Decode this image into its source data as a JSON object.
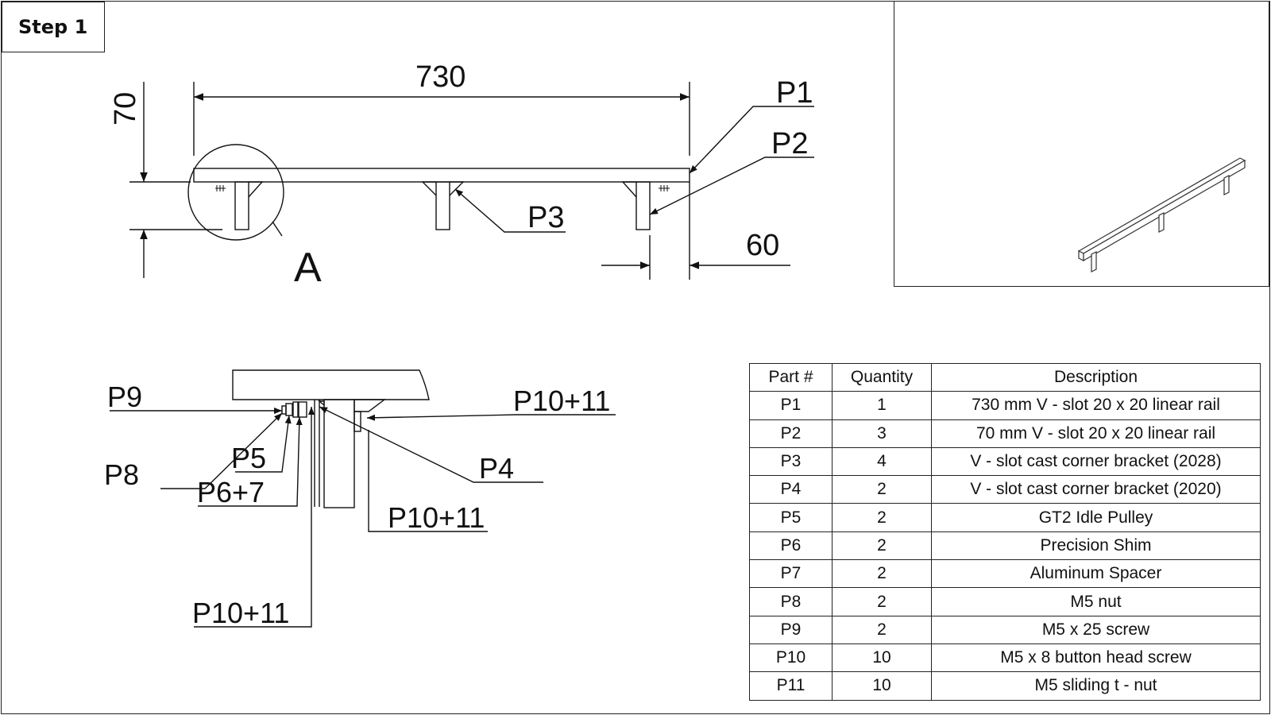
{
  "step_label": "Step 1",
  "side_view": {
    "dim_length": "730",
    "dim_height": "70",
    "dim_offset": "60",
    "detail_label": "A",
    "callouts": {
      "p1": "P1",
      "p2": "P2",
      "p3": "P3"
    }
  },
  "detail_view": {
    "callouts": {
      "p9": "P9",
      "p8": "P8",
      "p5": "P5",
      "p6_7": "P6+7",
      "p4": "P4",
      "p10_11_right_top": "P10+11",
      "p10_11_right_bottom": "P10+11",
      "p10_11_bottom": "P10+11"
    }
  },
  "parts_table": {
    "headers": [
      "Part #",
      "Quantity",
      "Description"
    ],
    "rows": [
      [
        "P1",
        "1",
        "730 mm V - slot 20 x 20 linear rail"
      ],
      [
        "P2",
        "3",
        "70 mm V - slot 20 x 20 linear rail"
      ],
      [
        "P3",
        "4",
        "V - slot cast corner bracket (2028)"
      ],
      [
        "P4",
        "2",
        "V - slot cast corner bracket (2020)"
      ],
      [
        "P5",
        "2",
        "GT2 Idle Pulley"
      ],
      [
        "P6",
        "2",
        "Precision Shim"
      ],
      [
        "P7",
        "2",
        "Aluminum Spacer"
      ],
      [
        "P8",
        "2",
        "M5 nut"
      ],
      [
        "P9",
        "2",
        "M5 x 25 screw"
      ],
      [
        "P10",
        "10",
        "M5 x 8 button head screw"
      ],
      [
        "P11",
        "10",
        "M5 sliding t - nut"
      ]
    ]
  }
}
